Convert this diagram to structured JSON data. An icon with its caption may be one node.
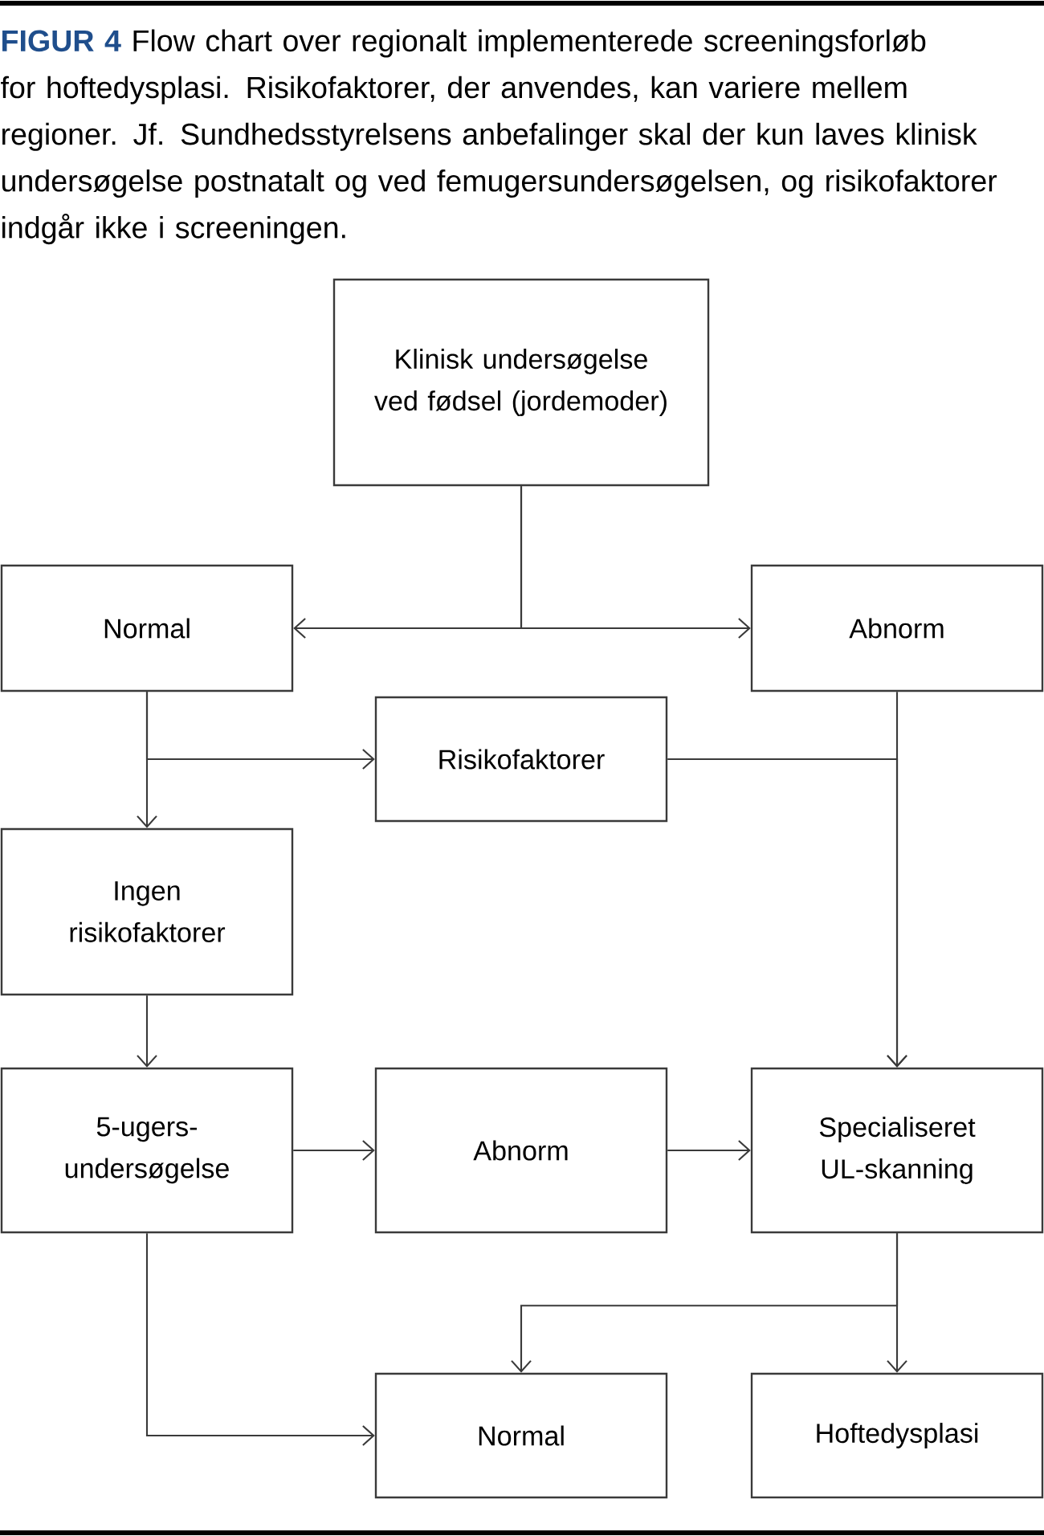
{
  "diagram": {
    "title": "FIGUR 4",
    "caption": "Flow chart over regionalt implementerede screeningsforløb for hoftedysplasi. Risikofaktorer, der anvendes, kan variere mellem regioner. Jf. Sundhedsstyrelsens anbefalinger skal der kun laves klinisk undersøgelse postnatalt og ved femugersundersøgelsen, og risikofaktorer indgår ikke i screeningen.",
    "nodes": [
      {
        "text": [
          "Klinisk undersøgelse ved fødsel (jordemoder)"
        ]
      },
      {
        "text": [
          "Normal"
        ]
      },
      {
        "text": [
          "Abnorm"
        ]
      },
      {
        "text": [
          "Risikofaktorer"
        ]
      },
      {
        "text": [
          "Ingen risikofaktorer"
        ]
      },
      {
        "text": [
          "5-ugers-undersøgelse"
        ]
      },
      {
        "text": [
          "Abnorm"
        ]
      },
      {
        "text": [
          "Specialiseret UL-skanning"
        ]
      },
      {
        "text": [
          "Normal"
        ]
      },
      {
        "text": [
          "Hoftedysplasi"
        ]
      }
    ],
    "edges": [
      {
        "from": 0,
        "to": 1,
        "arrow": "to"
      },
      {
        "from": 0,
        "to": 2,
        "arrow": "to"
      },
      {
        "from": 1,
        "to": 3,
        "arrow": "to"
      },
      {
        "from": 1,
        "to": 4,
        "arrow": "to"
      },
      {
        "from": 3,
        "to": 7,
        "arrow": "to"
      },
      {
        "from": 2,
        "to": 7,
        "arrow": "to"
      },
      {
        "from": 4,
        "to": 5,
        "arrow": "to"
      },
      {
        "from": 5,
        "to": 6,
        "arrow": "to"
      },
      {
        "from": 6,
        "to": 7,
        "arrow": "to"
      },
      {
        "from": 5,
        "to": 8,
        "arrow": "to"
      },
      {
        "from": 7,
        "to": 8,
        "arrow": "to"
      },
      {
        "from": 7,
        "to": 9,
        "arrow": "to"
      }
    ]
  }
}
